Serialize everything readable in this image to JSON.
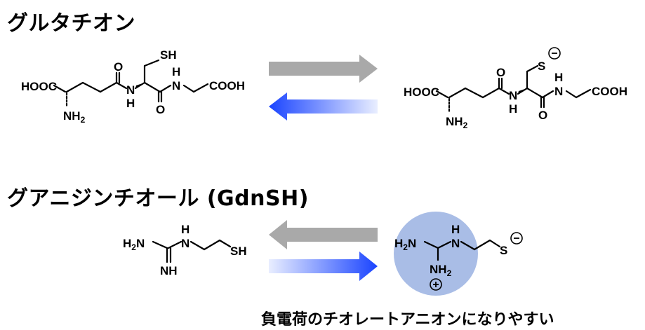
{
  "titles": {
    "glutathione": "グルタチオン",
    "gdnsh": "グアニジンチオール (GdnSH)"
  },
  "caption": "負電荷のチオレートアニオンになりやすい",
  "atoms": {
    "hooc": "HOOC",
    "cooh": "COOH",
    "nh2": "NH",
    "two": "2",
    "n": "N",
    "h": "H",
    "o": "O",
    "sh": "SH",
    "s": "S",
    "h2n": "H",
    "nh": "NH",
    "minus": "−",
    "plus": "+"
  },
  "colors": {
    "gray_arrow": "#a9a9a9",
    "blue_arrow": "#1a44ff",
    "highlight_circle": "#a9bde6"
  }
}
